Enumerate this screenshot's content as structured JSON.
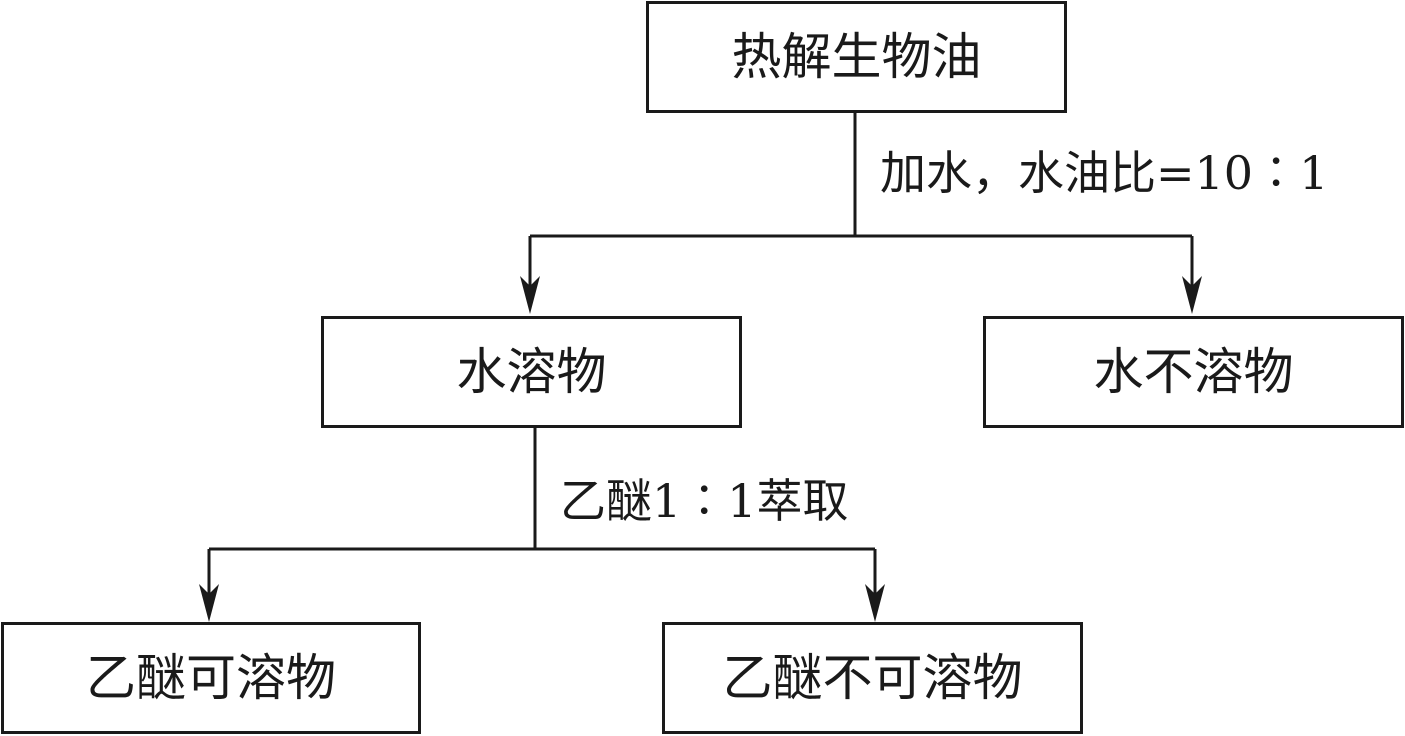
{
  "nodes": {
    "root": "热解生物油",
    "water_soluble": "水溶物",
    "water_insoluble": "水不溶物",
    "ether_soluble": "乙醚可溶物",
    "ether_insoluble": "乙醚不可溶物"
  },
  "edges": {
    "split_1": "加水，水油比=10∶1",
    "split_2": "乙醚1∶1萃取"
  },
  "colors": {
    "line": "#1a1a1a",
    "background": "#ffffff"
  }
}
